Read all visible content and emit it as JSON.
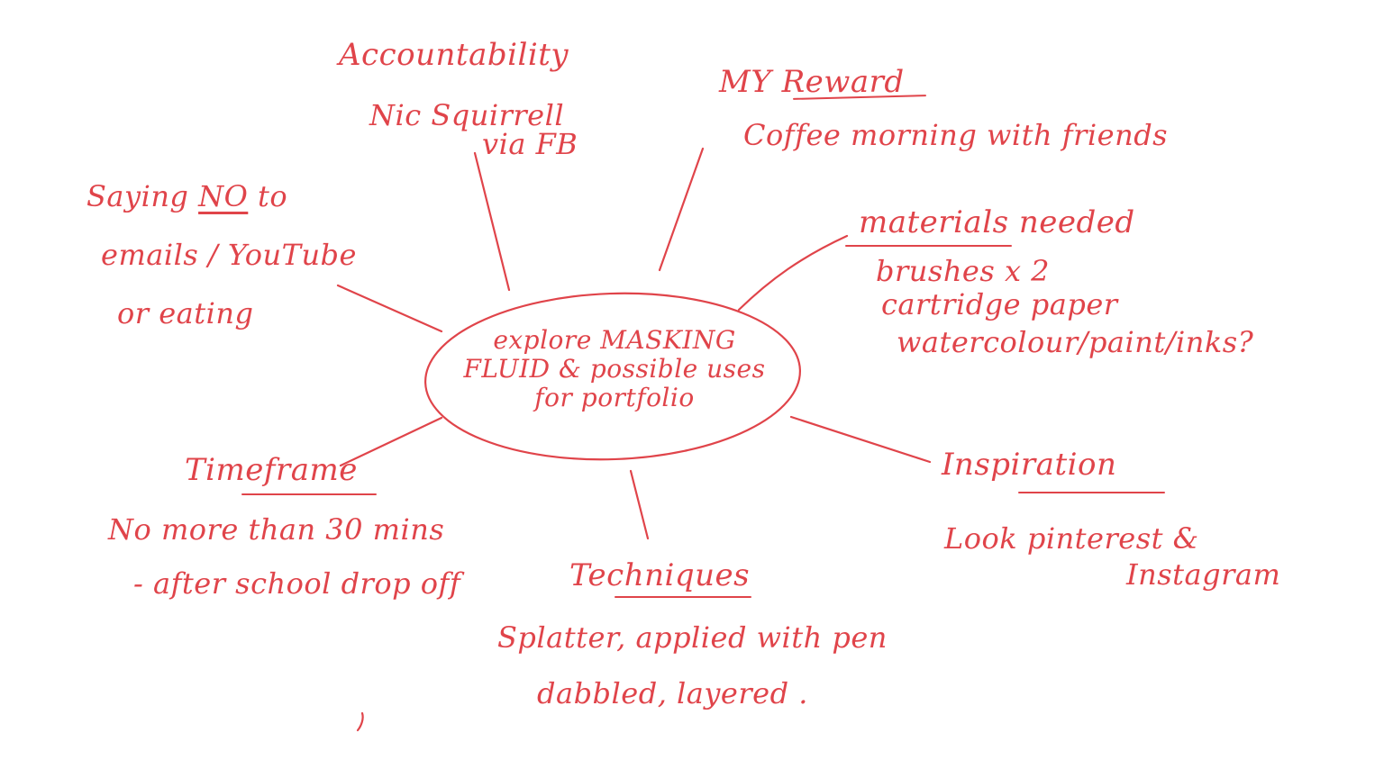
{
  "colors": {
    "ink": "#e0444a",
    "background": "#ffffff"
  },
  "center": {
    "line1": "explore MASKING",
    "line2": "FLUID & possible uses",
    "line3": "for portfolio"
  },
  "branches": {
    "accountability": {
      "title": "Accountability",
      "line1": "Nic Squirrell",
      "line2": "via FB"
    },
    "reward": {
      "title": "MY Reward",
      "line1": "Coffee morning with friends"
    },
    "saying_no": {
      "line1_pre": "Saying ",
      "line1_em": "NO",
      "line1_post": " to",
      "line2": "emails / YouTube",
      "line3": "or eating"
    },
    "materials": {
      "title": "materials needed",
      "line1": "brushes x 2",
      "line2": "cartridge paper",
      "line3": "watercolour/paint/inks?"
    },
    "timeframe": {
      "title": "Timeframe",
      "line1": "No more than 30 mins",
      "line2": "- after school drop off"
    },
    "inspiration": {
      "title": "Inspiration",
      "line1": "Look pinterest &",
      "line2": "Instagram"
    },
    "techniques": {
      "title": "Techniques",
      "line1": "Splatter, applied with pen",
      "line2": "dabbled, layered ."
    }
  }
}
